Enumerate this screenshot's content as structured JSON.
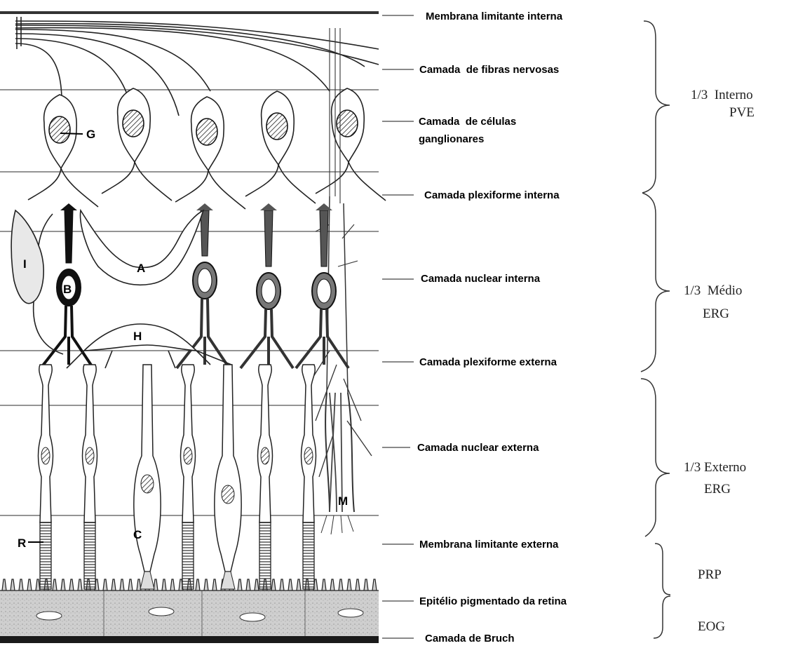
{
  "layers": [
    {
      "id": "mli",
      "label": "Membrana limitante interna"
    },
    {
      "id": "cfn",
      "label": "Camada  de fibras nervosas"
    },
    {
      "id": "ccg1",
      "label": "Camada  de células"
    },
    {
      "id": "ccg2",
      "label": "ganglionares"
    },
    {
      "id": "cpi",
      "label": "Camada plexiforme interna"
    },
    {
      "id": "cni",
      "label": "Camada nuclear interna"
    },
    {
      "id": "cpe",
      "label": "Camada plexiforme externa"
    },
    {
      "id": "cne",
      "label": "Camada nuclear externa"
    },
    {
      "id": "mle",
      "label": "Membrana limitante externa"
    },
    {
      "id": "epr",
      "label": "Epitélio pigmentado da retina"
    },
    {
      "id": "cb",
      "label": "Camada de Bruch"
    }
  ],
  "groups": [
    {
      "id": "interno",
      "lines": [
        "1/3  Interno",
        "PVE"
      ]
    },
    {
      "id": "medio",
      "lines": [
        "1/3  Médio",
        "ERG"
      ]
    },
    {
      "id": "externo",
      "lines": [
        "1/3 Externo",
        "ERG"
      ]
    },
    {
      "id": "prp",
      "lines": [
        "PRP"
      ]
    },
    {
      "id": "eog",
      "lines": [
        "EOG"
      ]
    }
  ],
  "cell_letters": [
    "G",
    "I",
    "B",
    "A",
    "H",
    "R",
    "C",
    "M"
  ],
  "colors": {
    "ink": "#111111",
    "grid": "#555555",
    "nucleus": "#9a9a9a",
    "dark_cell": "#1a1a1a",
    "epithelium": "#d4d4d4"
  }
}
